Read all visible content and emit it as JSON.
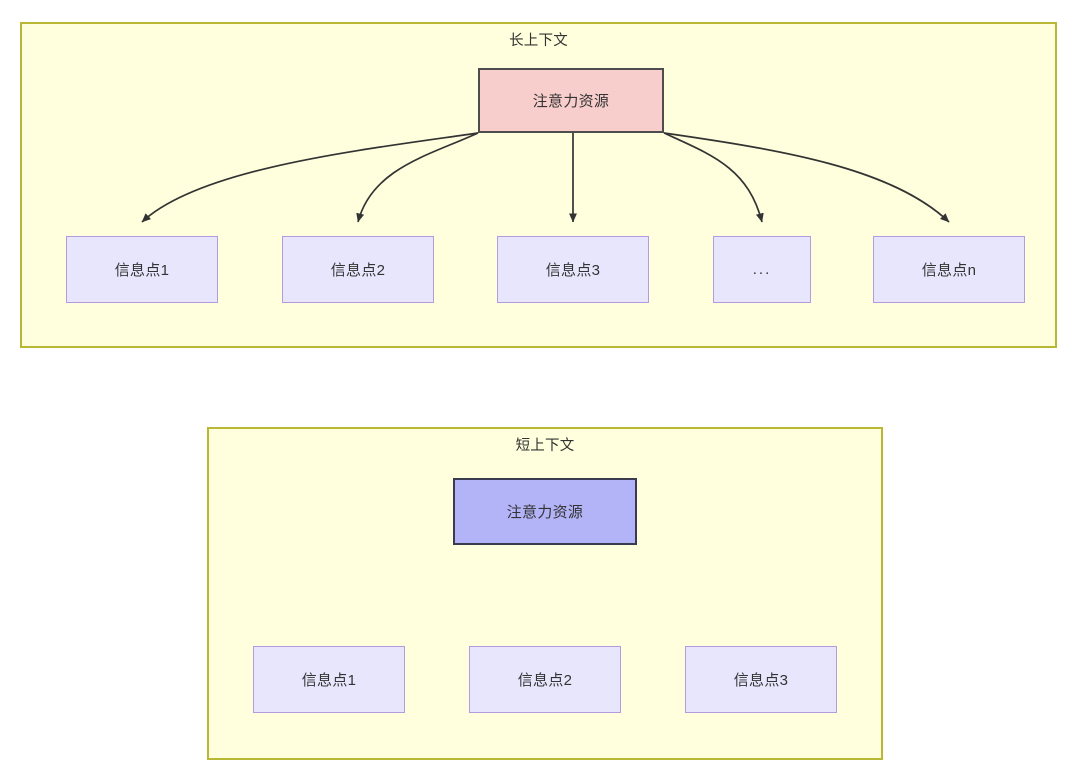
{
  "diagram": {
    "type": "flowchart",
    "background": "#ffffff",
    "group_fill": "#ffffdd",
    "group_stroke": "#b8b834",
    "edge_color": "#333333",
    "groups": [
      {
        "id": "long-context",
        "title": "长上下文",
        "root": {
          "label": "注意力资源",
          "fill": "#f8cecc",
          "stroke": "#4d4d4d"
        },
        "children": [
          {
            "label": "信息点1",
            "fill": "#e8e6fd",
            "stroke": "#b49be0"
          },
          {
            "label": "信息点2",
            "fill": "#e8e6fd",
            "stroke": "#b49be0"
          },
          {
            "label": "信息点3",
            "fill": "#e8e6fd",
            "stroke": "#b49be0"
          },
          {
            "label": "...",
            "fill": "#e8e6fd",
            "stroke": "#b49be0"
          },
          {
            "label": "信息点n",
            "fill": "#e8e6fd",
            "stroke": "#b49be0"
          }
        ]
      },
      {
        "id": "short-context",
        "title": "短上下文",
        "root": {
          "label": "注意力资源",
          "fill": "#b3b3f7",
          "stroke": "#3b3b4f"
        },
        "children": [
          {
            "label": "信息点1",
            "fill": "#e8e6fd",
            "stroke": "#b49be0"
          },
          {
            "label": "信息点2",
            "fill": "#e8e6fd",
            "stroke": "#b49be0"
          },
          {
            "label": "信息点3",
            "fill": "#e8e6fd",
            "stroke": "#b49be0"
          }
        ]
      }
    ]
  }
}
